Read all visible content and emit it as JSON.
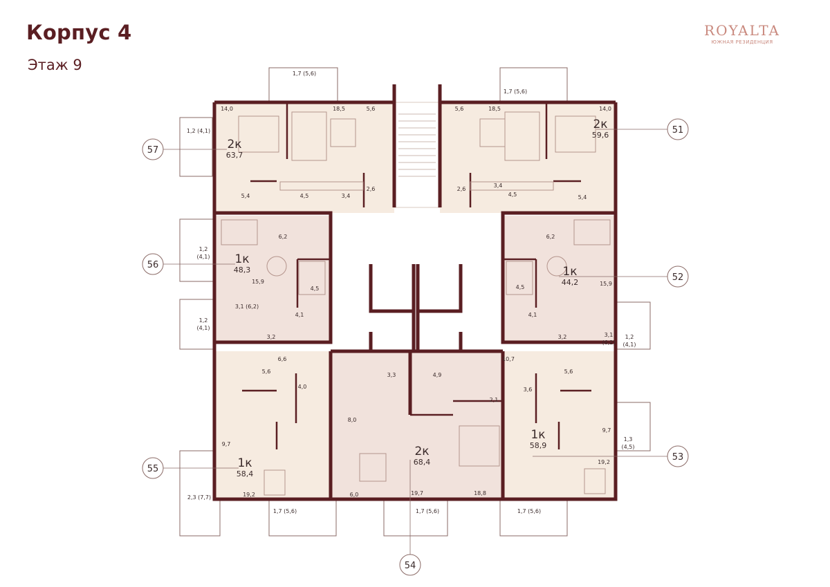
{
  "header": {
    "building": "Корпус 4",
    "floor": "Этаж 9"
  },
  "logo": {
    "name": "ROYALTA",
    "tagline": "ЮЖНАЯ РЕЗИДЕНЦИЯ"
  },
  "colors": {
    "wall": "#5a1e22",
    "apartment_fill": "#f6ebe0",
    "apartment_fill_alt": "#f1e2dc",
    "balcony_fill": "#ffffff",
    "callout_stroke": "#8a6a66",
    "accent_logo": "#c9897e"
  },
  "apartments": [
    {
      "number": "51",
      "type": "2к",
      "area": "59,6"
    },
    {
      "number": "52",
      "type": "1к",
      "area": "44,2"
    },
    {
      "number": "53",
      "type": "1к",
      "area": "58,9"
    },
    {
      "number": "54",
      "type": "2к",
      "area": "68,4"
    },
    {
      "number": "55",
      "type": "1к",
      "area": "58,4"
    },
    {
      "number": "56",
      "type": "1к",
      "area": "48,3"
    },
    {
      "number": "57",
      "type": "2к",
      "area": "63,7"
    }
  ],
  "room_labels": [
    "1,7 (5,6)",
    "14,0",
    "18,5",
    "5,6",
    "1,2 (4,1)",
    "5,4",
    "4,5",
    "3,4",
    "2,6",
    "1,7 (5,6)",
    "5,6",
    "18,5",
    "14,0",
    "2,6",
    "3,4",
    "4,5",
    "5,4",
    "6,2",
    "1,2",
    "(4,1)",
    "15,9",
    "4,5",
    "3,1 (6,2)",
    "1,2",
    "(4,1)",
    "4,1",
    "3,2",
    "6,2",
    "4,5",
    "15,9",
    "4,1",
    "3,2",
    "3,1",
    "(6,2)",
    "1,2",
    "(4,1)",
    "6,6",
    "5,6",
    "4,0",
    "9,7",
    "19,2",
    "2,3 (7,7)",
    "1,7 (5,6)",
    "3,3",
    "4,9",
    "8,0",
    "2,1",
    "6,0",
    "19,7",
    "18,8",
    "1,7 (5,6)",
    "10,7",
    "5,6",
    "3,6",
    "9,7",
    "1,3",
    "(4,5)",
    "19,2",
    "1,7 (5,6)"
  ]
}
